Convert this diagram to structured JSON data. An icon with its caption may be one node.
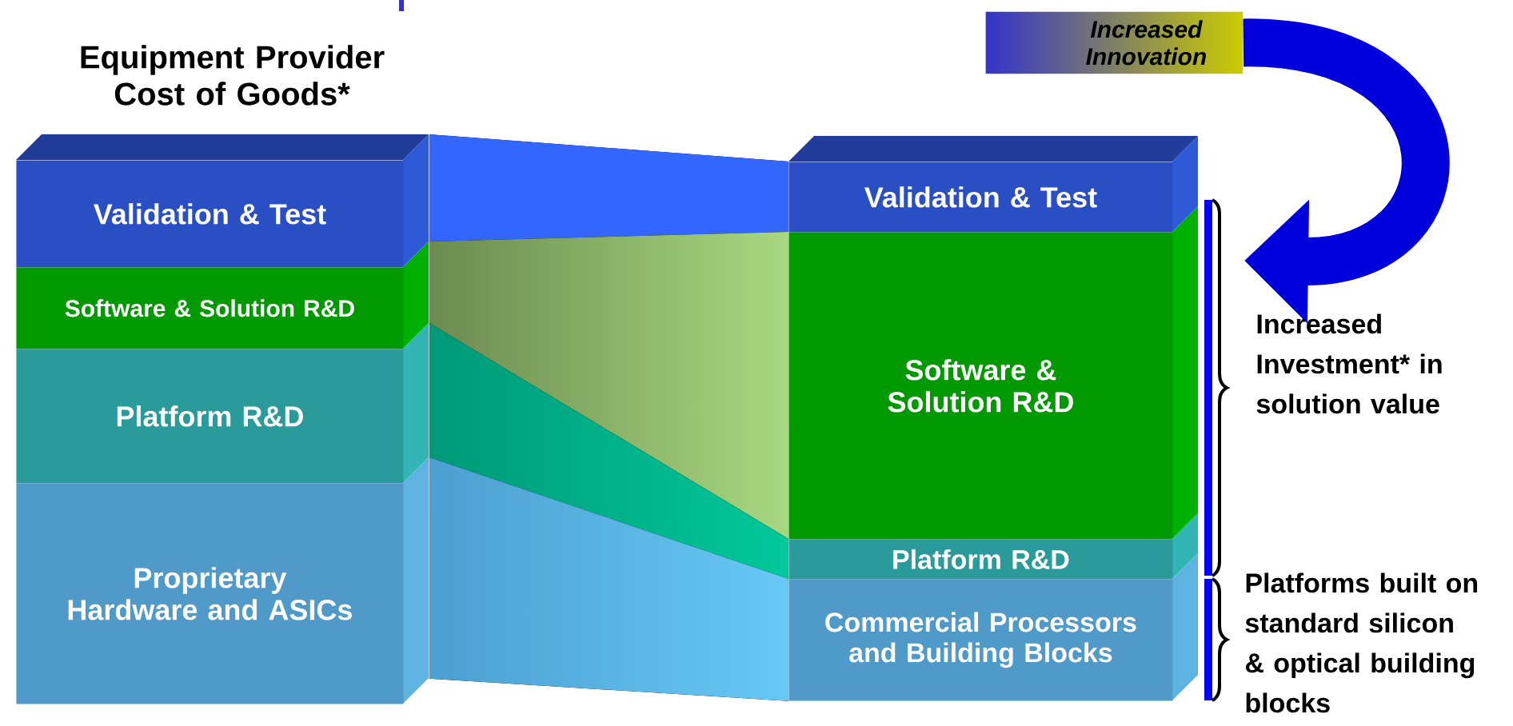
{
  "diagram": {
    "title": "Equipment Provider Cost of Goods*",
    "nodes": [
      {
        "text": [
          "Validation & Test"
        ]
      },
      {
        "text": [
          "Software & Solution R&D"
        ]
      },
      {
        "text": [
          "Platform R&D"
        ]
      },
      {
        "text": [
          "Proprietary Hardware and ASICs"
        ]
      },
      {
        "text": [
          "Validation & Test"
        ]
      },
      {
        "text": [
          "Software & Solution R&D"
        ]
      },
      {
        "text": [
          "Platform R&D"
        ]
      },
      {
        "text": [
          "Commercial Processors and Building Blocks"
        ]
      },
      {
        "text": [
          "Increased Innovation"
        ]
      }
    ],
    "edges": [
      {
        "from": 0,
        "to": 4,
        "arrow": "none"
      },
      {
        "from": 1,
        "to": 5,
        "arrow": "none"
      },
      {
        "from": 2,
        "to": 6,
        "arrow": "none"
      },
      {
        "from": 3,
        "to": 7,
        "arrow": "none"
      },
      {
        "from": 8,
        "to": null,
        "arrow": "to"
      }
    ],
    "labels": [
      "Increased Investment* in solution value",
      "Platforms built on standard silicon & optical building blocks"
    ]
  }
}
